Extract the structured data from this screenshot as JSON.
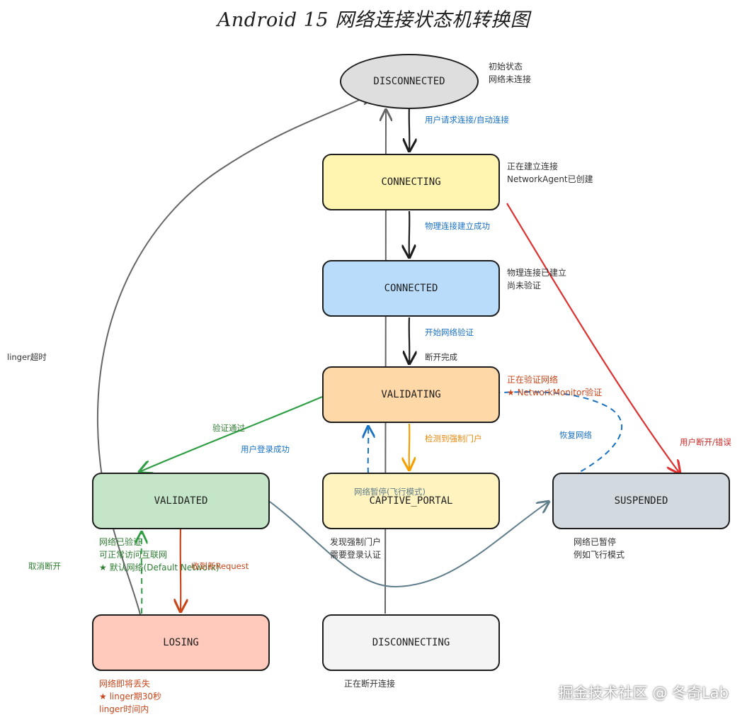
{
  "title": "Android 15 网络连接状态机转换图",
  "colors": {
    "black": "#1e1e1e",
    "blue": "#1971c2",
    "green": "#2f9e44",
    "red": "#e03131",
    "orange": "#f59f00",
    "dark_orange": "#c8461b",
    "slate": "#5f7d8a",
    "gray": "#666666",
    "disconnected_fill": "#dedede",
    "connecting_fill": "#fff4b0",
    "connected_fill": "#b9dcfb",
    "validating_fill": "#ffd8a8",
    "validated_fill": "#c4e5c8",
    "captive_fill": "#fff3bf",
    "suspended_fill": "#d3dadf",
    "losing_fill": "#ffc9bc",
    "disconnecting_fill": "#f4f4f4"
  },
  "nodes": {
    "disconnected": "DISCONNECTED",
    "connecting": "CONNECTING",
    "connected": "CONNECTED",
    "validating": "VALIDATING",
    "validated": "VALIDATED",
    "captive_portal": "CAPTIVE_PORTAL",
    "suspended": "SUSPENDED",
    "losing": "LOSING",
    "disconnecting": "DISCONNECTING"
  },
  "notes": {
    "disconnected": [
      "初始状态",
      "网络未连接"
    ],
    "connecting": [
      "正在建立连接",
      "NetworkAgent已创建"
    ],
    "connected": [
      "物理连接已建立",
      "尚未验证"
    ],
    "validating": [
      "正在验证网络",
      "★ NetworkMonitor验证"
    ],
    "validated": [
      "网络已验证",
      "可正常访问互联网",
      "★ 默认网络(Default Network)"
    ],
    "captive_portal": [
      "发现强制门户",
      "需要登录认证"
    ],
    "suspended": [
      "网络已暂停",
      "例如飞行模式"
    ],
    "losing": [
      "网络即将丢失",
      "★ linger期30秒",
      "linger时间内"
    ],
    "disconnecting": [
      "正在断开连接"
    ]
  },
  "edges": {
    "user_connect": "用户请求连接/自动连接",
    "physical_ok": "物理连接建立成功",
    "start_validation": "开始网络验证",
    "disconnect_done": "断开完成",
    "validation_passed": "验证通过",
    "login_success": "用户登录成功",
    "captive_detected": "检测到强制门户",
    "network_paused": "网络暂停(飞行模式)",
    "resume_network": "恢复网络",
    "user_disconnect_error": "用户断开/错误",
    "linger_timeout": "linger超时",
    "cancel_disconnect": "取消断开",
    "new_request": "收到新Request"
  },
  "watermark": "掘金技术社区 @ 冬奇Lab"
}
